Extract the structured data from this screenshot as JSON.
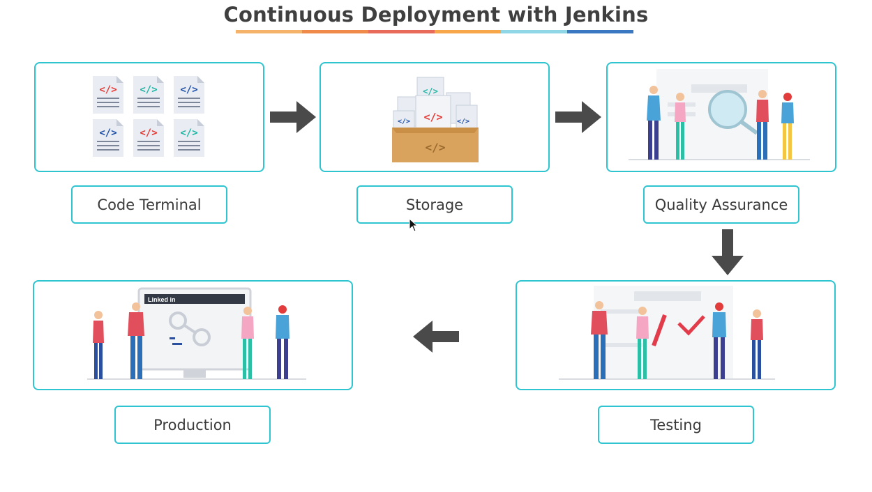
{
  "title": "Continuous Deployment with Jenkins",
  "underline_colors": [
    "#f4b26a",
    "#f08a4b",
    "#e86a5a",
    "#f7a74a",
    "#8fd6e6",
    "#3a78c2"
  ],
  "stages": [
    {
      "label": "Code Terminal",
      "icon": "code-files-illustration"
    },
    {
      "label": "Storage",
      "icon": "file-box-illustration"
    },
    {
      "label": "Quality Assurance",
      "icon": "magnifier-team-illustration"
    },
    {
      "label": "Testing",
      "icon": "checklist-team-illustration"
    },
    {
      "label": "Production",
      "icon": "monitor-team-illustration"
    }
  ],
  "production_screen_brand": "Linked in",
  "code_tag": "</>",
  "colors": {
    "accent": "#2ec4d0",
    "arrow": "#4a4a4a"
  }
}
